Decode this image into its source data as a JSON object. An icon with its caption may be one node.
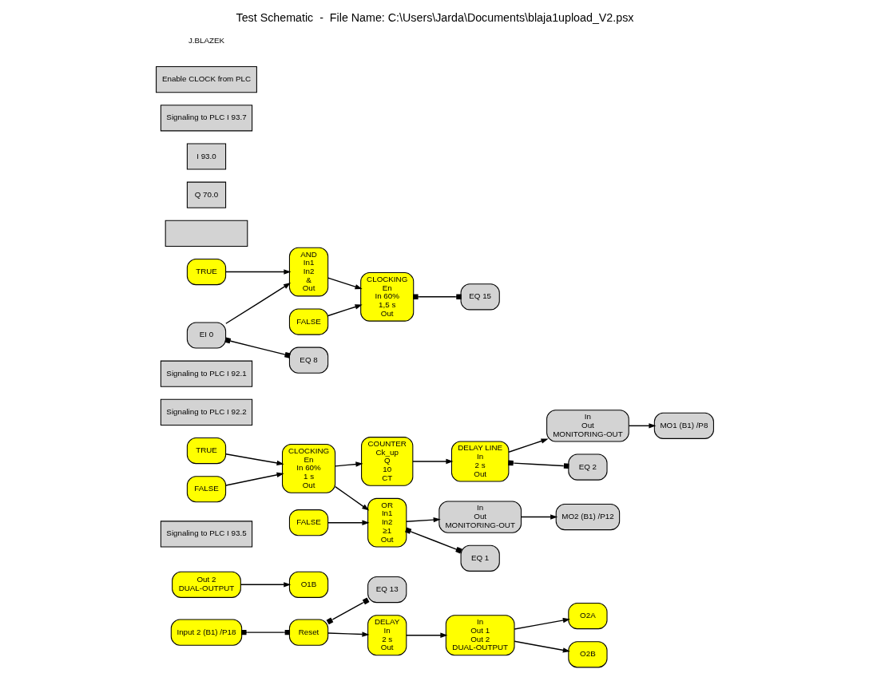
{
  "diagram": {
    "title": "Test Schematic  -  File Name: C:\\Users\\Jarda\\Documents\\blaja1upload_V2.psx",
    "nodes": [
      {
        "text": [
          "Input 2 (B1) /P18"
        ]
      },
      {
        "text": [
          "Reset"
        ]
      },
      {
        "text": [
          "EQ 13"
        ]
      },
      {
        "text": [
          "DELAY",
          "In",
          "2 s",
          "Out"
        ]
      },
      {
        "text": [
          "Out 2",
          "DUAL-OUTPUT"
        ]
      },
      {
        "text": [
          "O1B"
        ]
      },
      {
        "text": [
          "In",
          "Out 1",
          "Out 2",
          "DUAL-OUTPUT"
        ]
      },
      {
        "text": [
          "O2A"
        ]
      },
      {
        "text": [
          "O2B"
        ]
      },
      {
        "text": [
          "Signaling to PLC I 93.5"
        ]
      },
      {
        "text": [
          "TRUE"
        ]
      },
      {
        "text": [
          "FALSE"
        ]
      },
      {
        "text": [
          "CLOCKING",
          "En",
          "In 60%",
          "1 s",
          "Out"
        ]
      },
      {
        "text": [
          "COUNTER",
          "Ck_up",
          "Q",
          "10",
          "CT"
        ]
      },
      {
        "text": [
          "DELAY LINE",
          "In",
          "2 s",
          "Out"
        ]
      },
      {
        "text": [
          "Signaling to PLC I 92.2"
        ]
      },
      {
        "text": [
          "In",
          "Out",
          "MONITORING-OUT"
        ]
      },
      {
        "text": [
          "MO1 (B1) /P8"
        ]
      },
      {
        "text": [
          "EQ 2"
        ]
      },
      {
        "text": [
          "FALSE"
        ]
      },
      {
        "text": [
          "OR",
          "In1",
          "In2",
          "≥1",
          "Out"
        ]
      },
      {
        "text": [
          "In",
          "Out",
          "MONITORING-OUT"
        ]
      },
      {
        "text": [
          "MO2 (B1) /P12"
        ]
      },
      {
        "text": [
          "EQ 1"
        ]
      },
      {
        "text": [
          "Signaling to PLC I 92.1"
        ]
      },
      {
        "text": [
          "TRUE"
        ]
      },
      {
        "text": [
          "AND",
          "In1",
          "In2",
          "&",
          "Out"
        ]
      },
      {
        "text": [],
        "shape": "box"
      },
      {
        "text": [
          "Q 70.0"
        ]
      },
      {
        "text": [
          "I 93.0"
        ]
      },
      {
        "text": [
          "EI 0"
        ]
      },
      {
        "text": [
          "EQ 8"
        ]
      },
      {
        "text": [
          "CLOCKING",
          "En",
          "In 60%",
          "1,5 s",
          "Out"
        ]
      },
      {
        "text": [
          "EQ 15"
        ]
      },
      {
        "text": [
          "Signaling to PLC I 93.7"
        ]
      },
      {
        "text": [
          "Enable CLOCK from PLC"
        ]
      },
      {
        "text": [
          "FALSE"
        ]
      }
    ],
    "edges": [
      {
        "from": 0,
        "to": 1,
        "arrow": "other"
      },
      {
        "from": 1,
        "to": 3,
        "arrow": "to"
      },
      {
        "from": 1,
        "to": 2,
        "arrow": "other"
      },
      {
        "from": 3,
        "to": 6,
        "arrow": "to"
      },
      {
        "from": 4,
        "to": 5,
        "arrow": "to"
      },
      {
        "from": 6,
        "to": 7,
        "arrow": "to"
      },
      {
        "from": 6,
        "to": 8,
        "arrow": "to"
      },
      {
        "from": 10,
        "to": 12,
        "arrow": "to"
      },
      {
        "from": 11,
        "to": 12,
        "arrow": "to"
      },
      {
        "from": 12,
        "to": 13,
        "arrow": "to"
      },
      {
        "from": 12,
        "to": 20,
        "arrow": "to"
      },
      {
        "from": 13,
        "to": 14,
        "arrow": "to"
      },
      {
        "from": 14,
        "to": 16,
        "arrow": "to"
      },
      {
        "from": 14,
        "to": 18,
        "arrow": "other"
      },
      {
        "from": 16,
        "to": 17,
        "arrow": "to"
      },
      {
        "from": 19,
        "to": 20,
        "arrow": "to"
      },
      {
        "from": 20,
        "to": 21,
        "arrow": "to"
      },
      {
        "from": 20,
        "to": 23,
        "arrow": "other"
      },
      {
        "from": 21,
        "to": 22,
        "arrow": "to"
      },
      {
        "from": 25,
        "to": 26,
        "arrow": "to"
      },
      {
        "from": 30,
        "to": 26,
        "arrow": "to"
      },
      {
        "from": 30,
        "to": 31,
        "arrow": "other"
      },
      {
        "from": 26,
        "to": 32,
        "arrow": "to"
      },
      {
        "from": 36,
        "to": 32,
        "arrow": "to"
      },
      {
        "from": 32,
        "to": 33,
        "arrow": "other"
      }
    ],
    "labels": [
      "J.BLAZEK"
    ]
  }
}
